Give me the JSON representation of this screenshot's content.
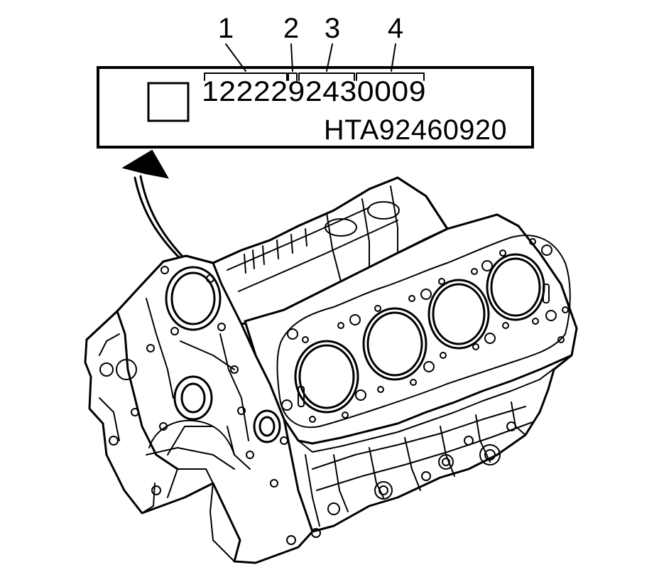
{
  "label": {
    "callouts": [
      "1",
      "2",
      "3",
      "4"
    ],
    "code_line": "122229243000​9",
    "part_number": "HTA92460920"
  }
}
